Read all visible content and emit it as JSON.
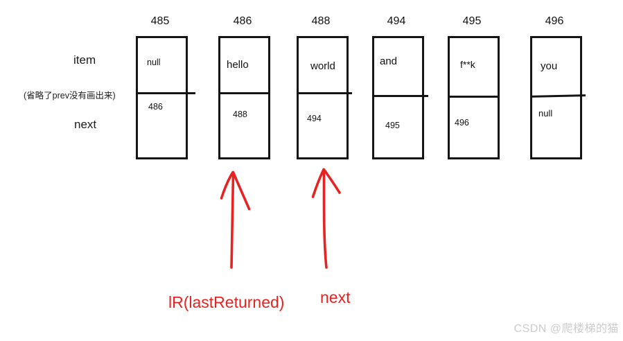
{
  "diagram": {
    "left_labels": {
      "item": "item",
      "note": "(省略了prev没有画出来)",
      "next": "next"
    },
    "nodes": [
      {
        "address": "485",
        "item": "null",
        "next": "486"
      },
      {
        "address": "486",
        "item": "hello",
        "next": "488"
      },
      {
        "address": "488",
        "item": "world",
        "next": "494"
      },
      {
        "address": "494",
        "item": "and",
        "next": "495"
      },
      {
        "address": "495",
        "item": "f**k",
        "next": "496"
      },
      {
        "address": "496",
        "item": "you",
        "next": "null"
      }
    ],
    "annotations": {
      "last_returned_label": "lR(lastReturned)",
      "next_label": "next",
      "arrow_color": "#e62320"
    },
    "watermark": "CSDN @爬楼梯的猫"
  }
}
